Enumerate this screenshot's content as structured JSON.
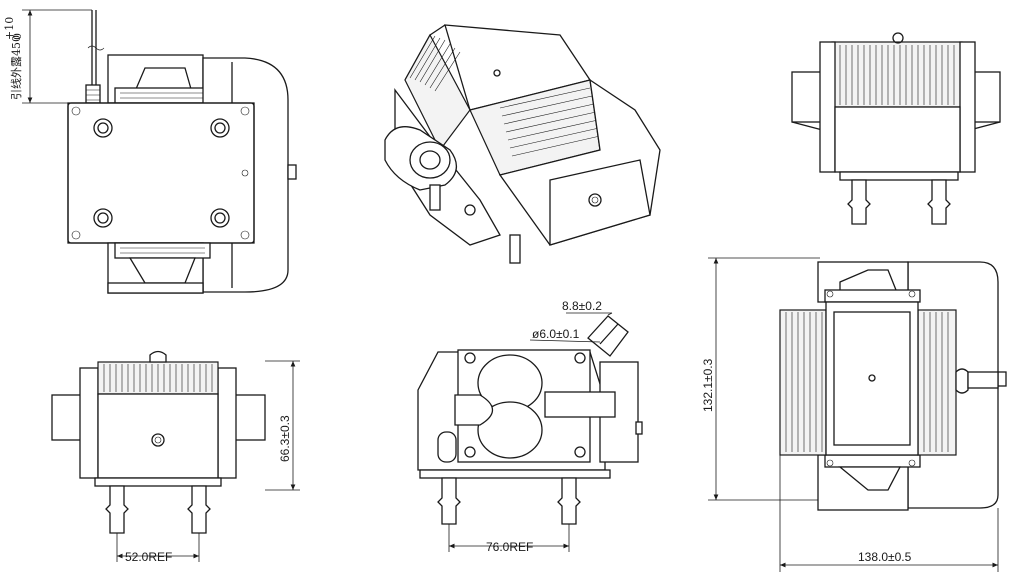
{
  "diagram": {
    "views": {
      "top_left": {
        "lead_label": "引线外露450",
        "lead_tolerance_upper": "+10",
        "lead_tolerance_lower": "0"
      },
      "front_left": {
        "height_dim": "66.3±0.3",
        "width_dim": "52.0REF"
      },
      "side_middle": {
        "outlet_dim": "8.8±0.2",
        "diameter_dim": "ø6.0±0.1",
        "width_dim": "76.0REF"
      },
      "main_right": {
        "height_dim": "132.1±0.3",
        "width_dim": "138.0±0.5"
      }
    }
  }
}
